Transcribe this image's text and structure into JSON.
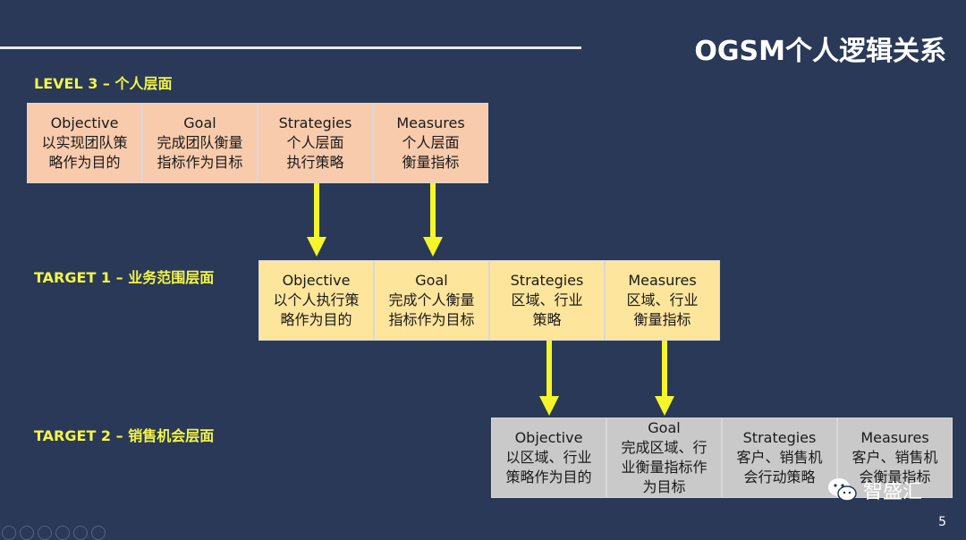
{
  "title": "OGSM个人逻辑关系",
  "levels": [
    {
      "label": "LEVEL 3 – 个人层面",
      "cells": [
        {
          "lines": [
            "Objective",
            "以实现团队策",
            "略作为目的"
          ]
        },
        {
          "lines": [
            "Goal",
            "完成团队衡量",
            "指标作为目标"
          ]
        },
        {
          "lines": [
            "Strategies",
            "个人层面",
            "执行策略"
          ]
        },
        {
          "lines": [
            "Measures",
            "个人层面",
            "衡量指标"
          ]
        }
      ]
    },
    {
      "label": "TARGET 1 – 业务范围层面",
      "cells": [
        {
          "lines": [
            "Objective",
            "以个人执行策",
            "略作为目的"
          ]
        },
        {
          "lines": [
            "Goal",
            "完成个人衡量",
            "指标作为目标"
          ]
        },
        {
          "lines": [
            "Strategies",
            "区域、行业",
            "策略"
          ]
        },
        {
          "lines": [
            "Measures",
            "区域、行业",
            "衡量指标"
          ]
        }
      ]
    },
    {
      "label": "TARGET 2 – 销售机会层面",
      "cells": [
        {
          "lines": [
            "Objective",
            "以区域、行业",
            "策略作为目的"
          ]
        },
        {
          "lines": [
            "Goal",
            "完成区域、行",
            "业衡量指标作",
            "为目标"
          ]
        },
        {
          "lines": [
            "Strategies",
            "客户、销售机",
            "会行动策略"
          ]
        },
        {
          "lines": [
            "Measures",
            "客户、销售机",
            "会衡量指标"
          ]
        }
      ]
    }
  ],
  "watermark": "智盛汇",
  "page_number": "5",
  "colors": {
    "background": "#293957",
    "level_label": "#f3f54a",
    "row1": "#f8cbad",
    "row2": "#fde59c",
    "row3": "#c9c9c9",
    "arrow": "#f5f52a"
  },
  "icons": [
    "wechat-icon"
  ]
}
